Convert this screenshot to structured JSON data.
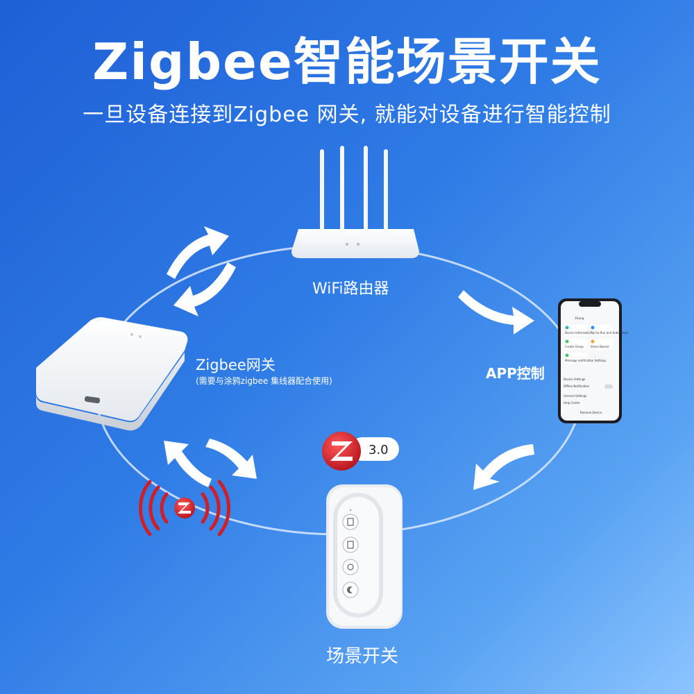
{
  "header": {
    "title": "Zigbee智能场景开关",
    "subtitle": "一旦设备连接到Zigbee 网关, 就能对设备进行智能控制"
  },
  "devices": {
    "router_label": "WiFi路由器",
    "gateway_label": "Zigbee网关",
    "gateway_note": "(需要与涂鸦zigbee 集线器配合使用)",
    "app_label": "APP控制",
    "switch_label": "场景开关"
  },
  "badge": {
    "version": "3.0"
  },
  "phone": {
    "screen_title": "3Gang",
    "item1": "Device Information",
    "item2": "Tap-to-Run and Automation",
    "item3": "Create Group",
    "item4": "Share Device",
    "item5": "Message notification Settings",
    "section1": "Device Settings",
    "row1": "Offline Notification",
    "section2": "General Settings",
    "row2": "Help Center",
    "remove": "Remove Device"
  },
  "colors": {
    "bg_start": "#1f5fd6",
    "bg_end": "#8cc4ff",
    "zigbee_red": "#d8202a",
    "white": "#ffffff"
  },
  "icons": [
    "arrow-icon",
    "zigbee-logo-icon",
    "signal-wave-icon"
  ]
}
